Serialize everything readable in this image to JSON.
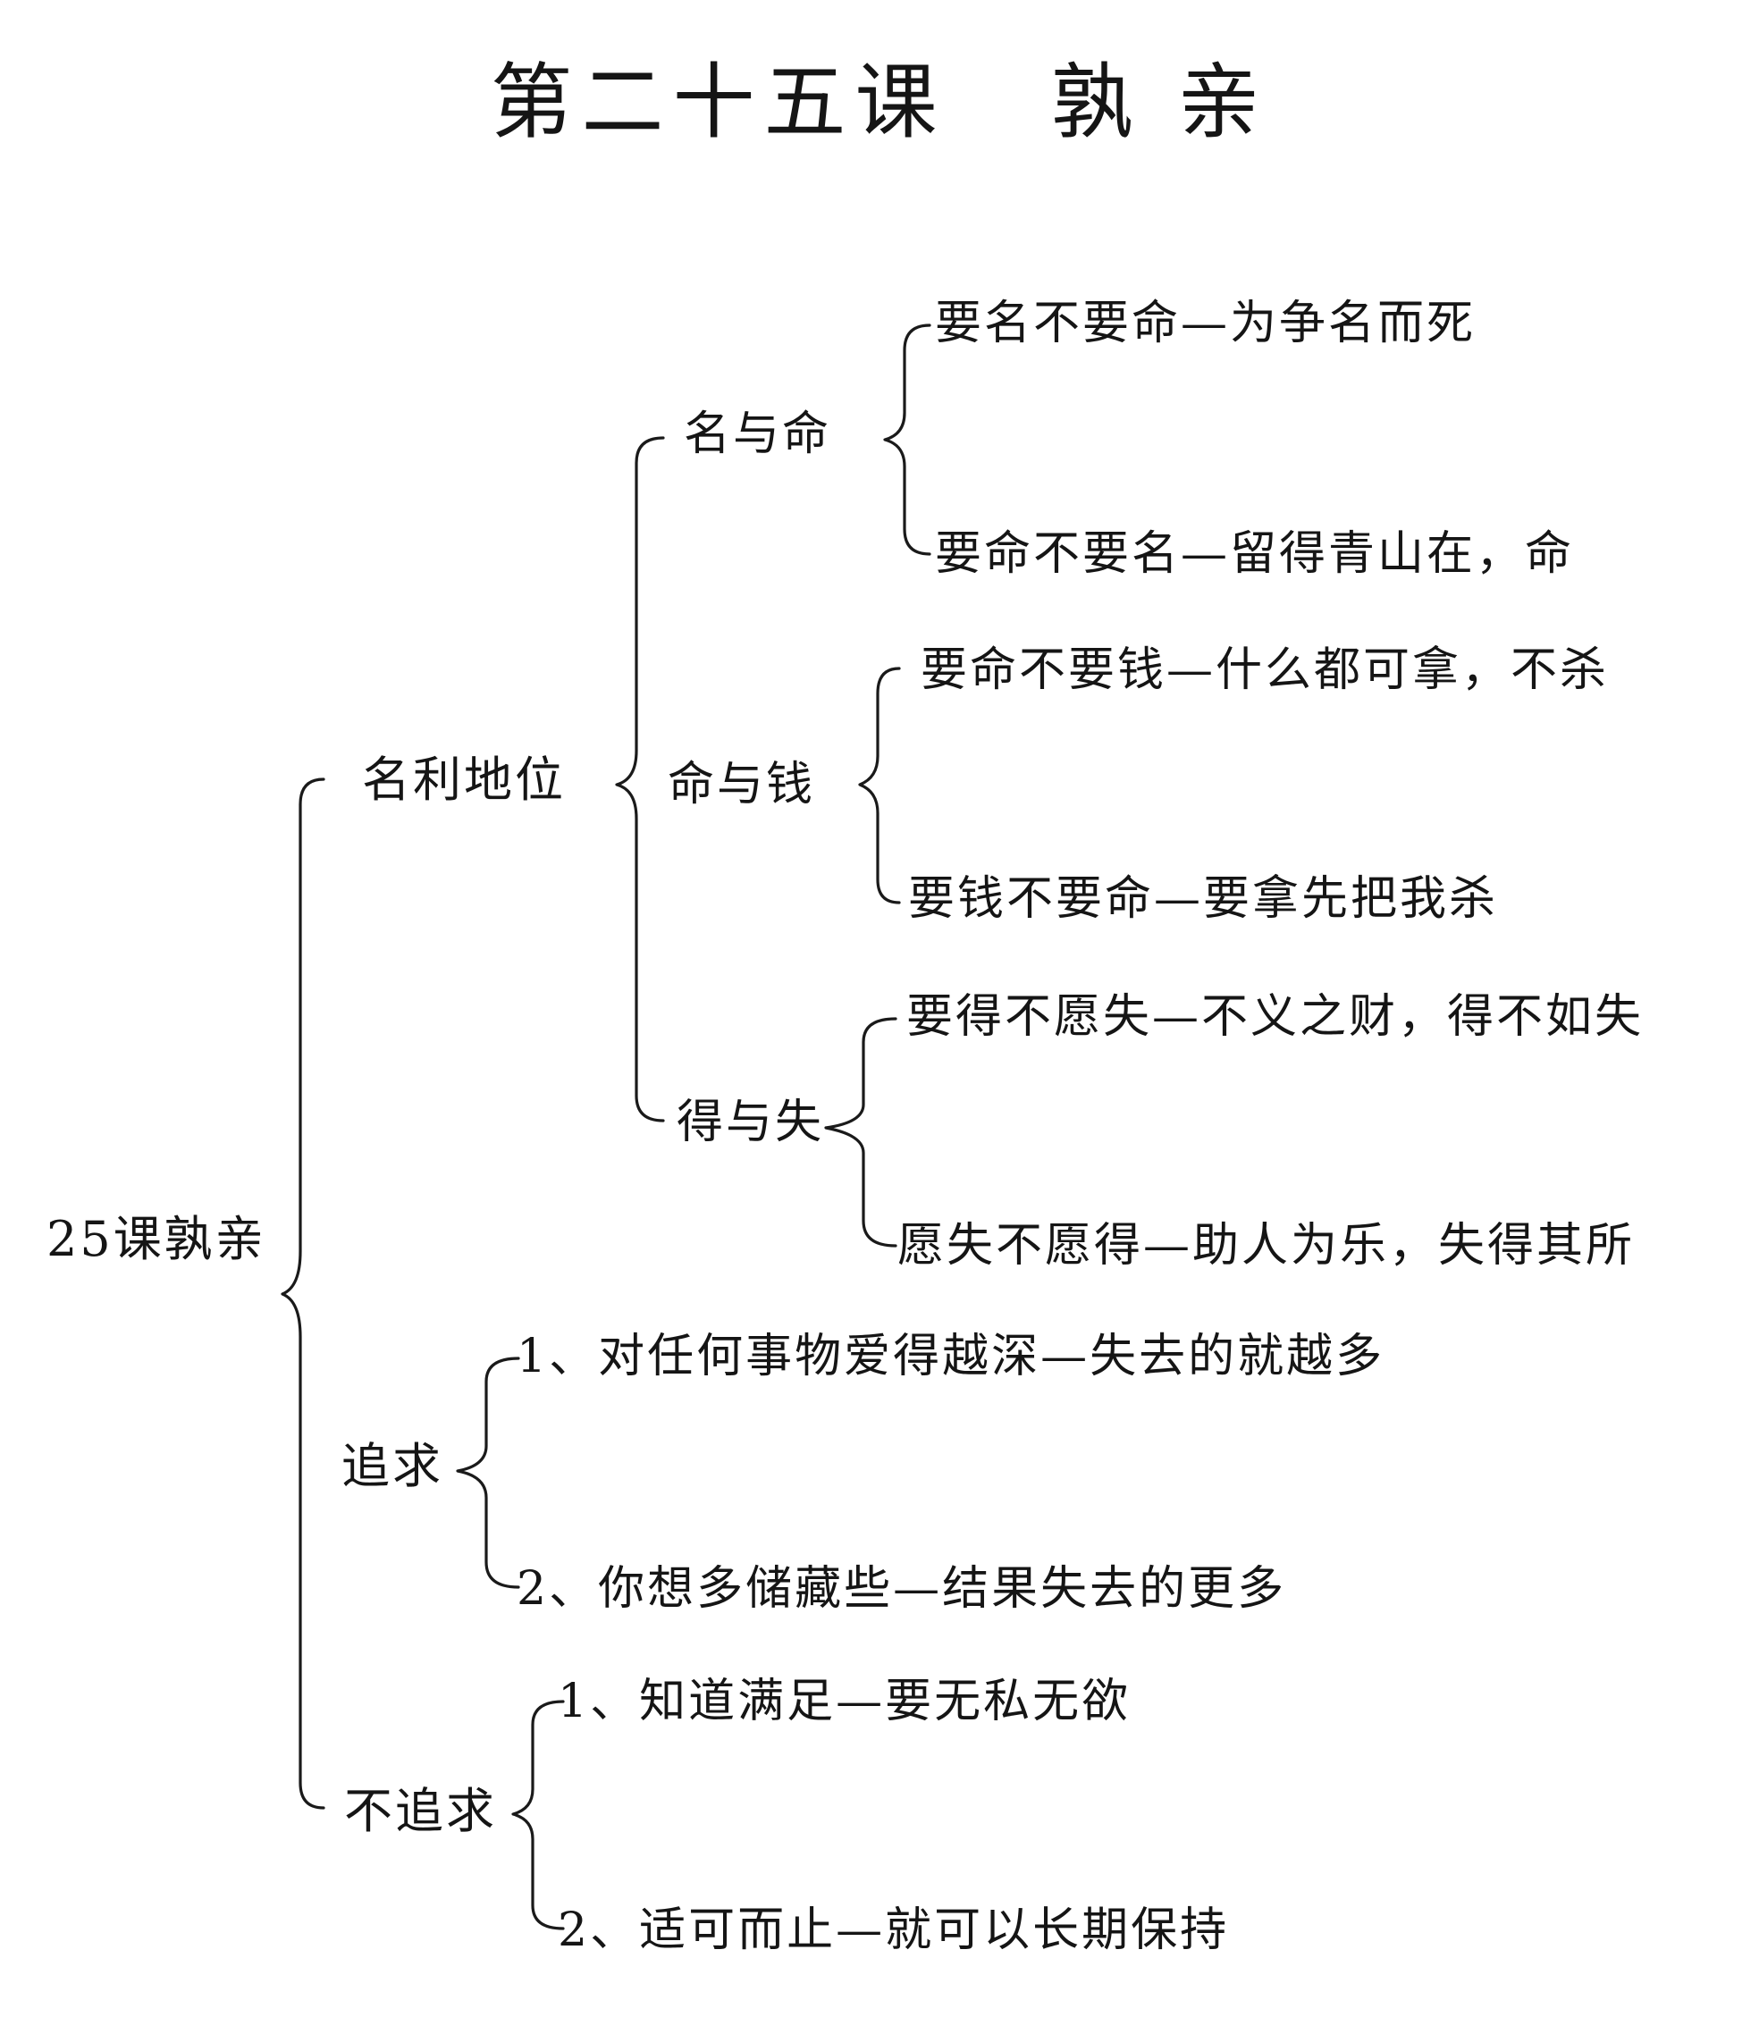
{
  "title": "第二十五课   孰 亲",
  "tree": {
    "root": "25课孰亲",
    "branches": [
      {
        "label": "名利地位",
        "children": [
          {
            "label": "名与命",
            "leaves": [
              "要名不要命—为争名而死",
              "要命不要名—留得青山在，命"
            ]
          },
          {
            "label": "命与钱",
            "leaves": [
              "要命不要钱—什么都可拿，不杀",
              "要钱不要命—要拿先把我杀"
            ]
          },
          {
            "label": "得与失",
            "leaves": [
              "要得不愿失—不义之财，得不如失",
              "愿失不愿得—助人为乐，失得其所"
            ]
          }
        ]
      },
      {
        "label": "追求",
        "leaves": [
          "1、对任何事物爱得越深—失去的就越多",
          "2、你想多储藏些—结果失去的更多"
        ]
      },
      {
        "label": "不追求",
        "leaves": [
          "1、知道满足—要无私无欲",
          "2、适可而止—就可以长期保持"
        ]
      }
    ]
  }
}
